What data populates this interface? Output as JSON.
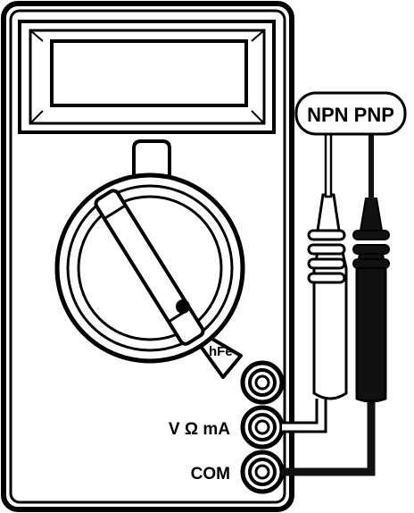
{
  "labels": {
    "transistor_types": "NPN PNP",
    "hfe": "hFe",
    "v_ohm_ma": "V Ω mA",
    "com": "COM"
  },
  "colors": {
    "outline": "#000000",
    "background": "#ffffff",
    "black_probe": "#111111"
  }
}
